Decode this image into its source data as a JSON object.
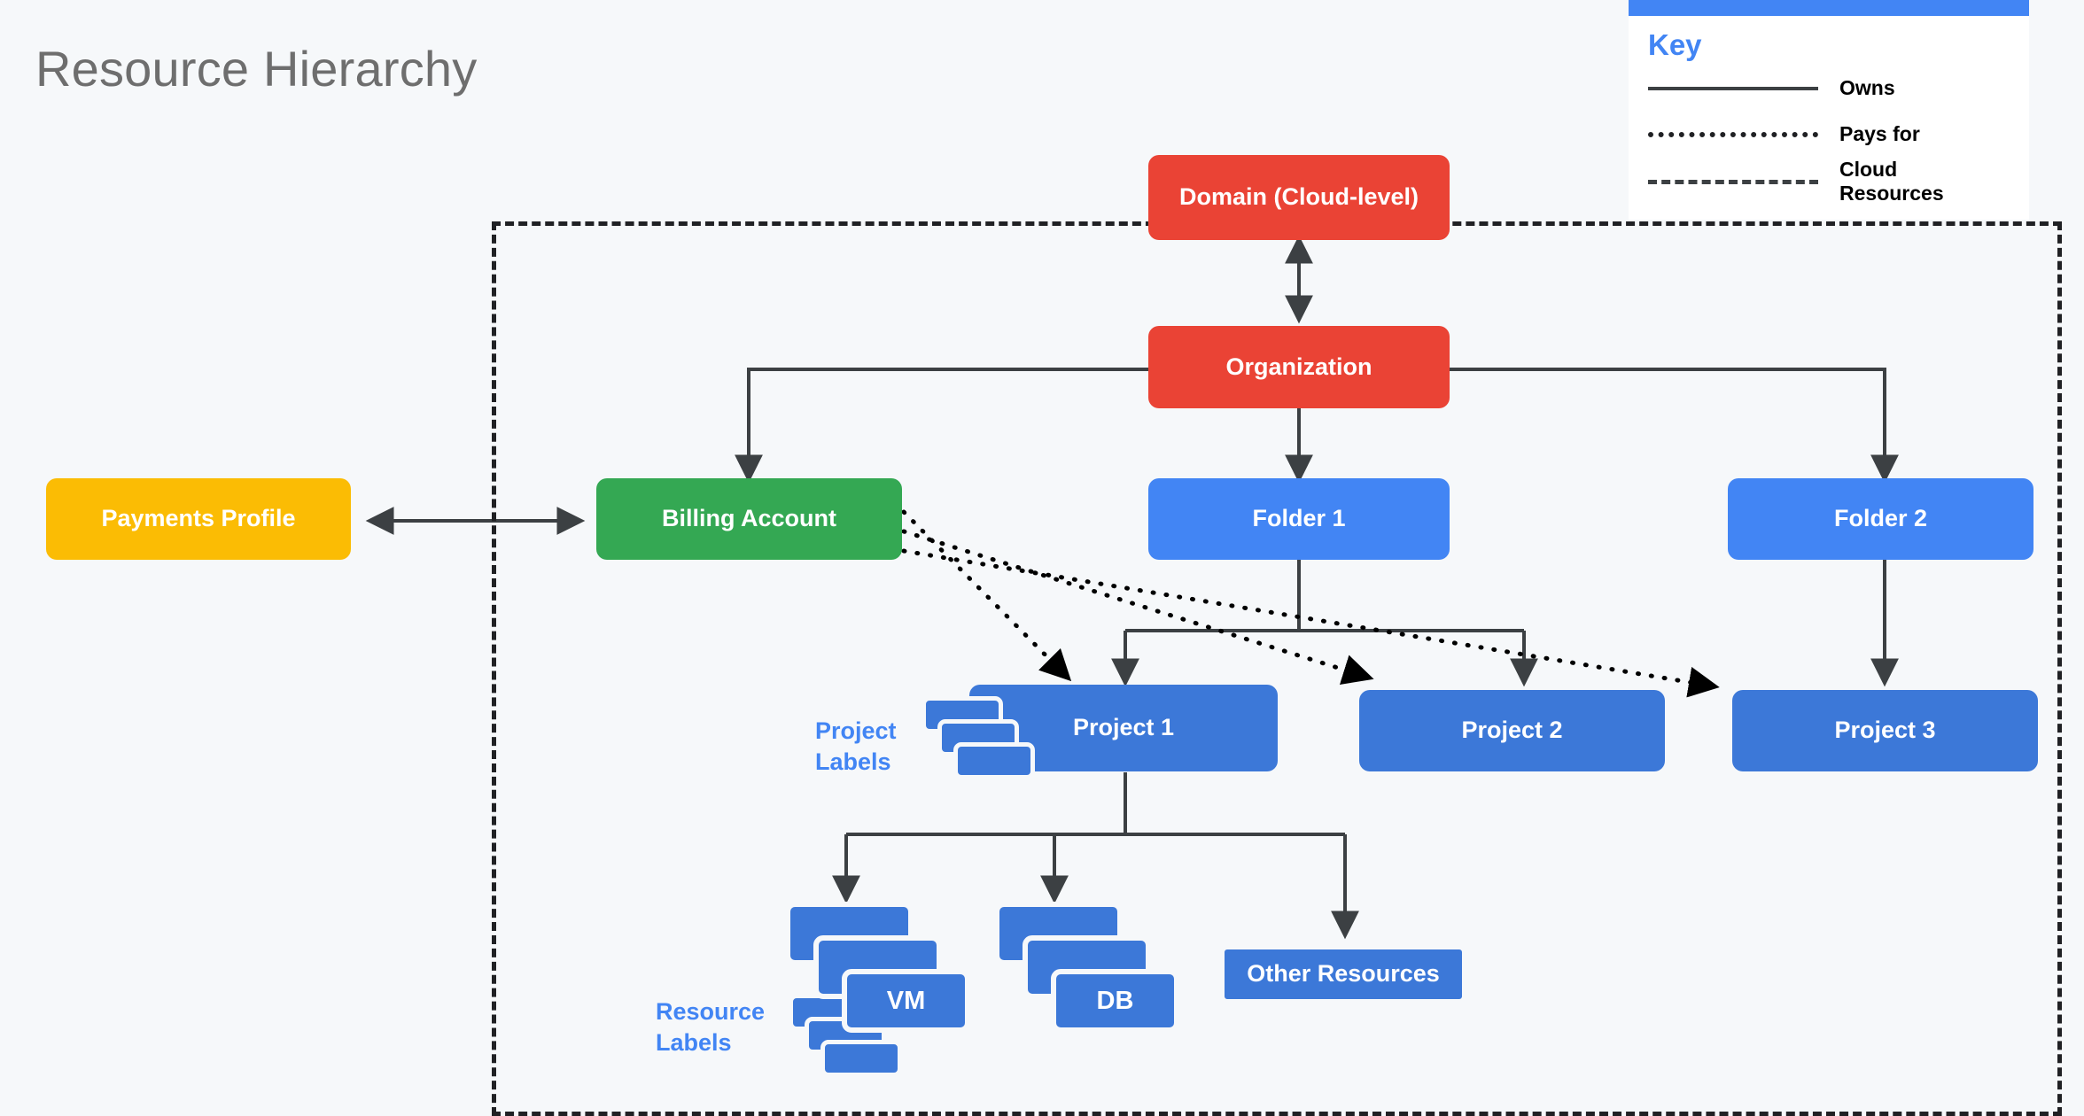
{
  "title": "Resource Hierarchy",
  "colors": {
    "background": "#F6F8FA",
    "red": "#EA4335",
    "yellow": "#FBBC04",
    "green": "#34A853",
    "blue": "#4285F4",
    "dark_blue": "#3C78D8",
    "line": "#3C4043",
    "label_blue": "#4285F4",
    "title_gray": "#6E6E6E"
  },
  "legend": {
    "title": "Key",
    "rows": [
      {
        "style": "solid",
        "label": "Owns"
      },
      {
        "style": "dotted",
        "label": "Pays for"
      },
      {
        "style": "dashed",
        "label": "Cloud Resources"
      }
    ]
  },
  "nodes": {
    "domain": "Domain (Cloud-level)",
    "organization": "Organization",
    "payments_profile": "Payments Profile",
    "billing_account": "Billing Account",
    "folder1": "Folder 1",
    "folder2": "Folder 2",
    "project1": "Project 1",
    "project2": "Project 2",
    "project3": "Project 3",
    "vm": "VM",
    "db": "DB",
    "other_resources": "Other Resources"
  },
  "annotations": {
    "project_labels": "Project\nLabels",
    "project_labels_line1": "Project",
    "project_labels_line2": "Labels",
    "resource_labels_line1": "Resource",
    "resource_labels_line2": "Labels"
  },
  "relationships": [
    {
      "from": "Domain (Cloud-level)",
      "to": "Organization",
      "type": "owns",
      "bidirectional": true
    },
    {
      "from": "Payments Profile",
      "to": "Billing Account",
      "type": "owns",
      "bidirectional": true
    },
    {
      "from": "Organization",
      "to": "Billing Account",
      "type": "owns"
    },
    {
      "from": "Organization",
      "to": "Folder 1",
      "type": "owns"
    },
    {
      "from": "Organization",
      "to": "Folder 2",
      "type": "owns"
    },
    {
      "from": "Folder 1",
      "to": "Project 1",
      "type": "owns"
    },
    {
      "from": "Folder 1",
      "to": "Project 2",
      "type": "owns"
    },
    {
      "from": "Folder 2",
      "to": "Project 3",
      "type": "owns"
    },
    {
      "from": "Project 1",
      "to": "VM",
      "type": "owns"
    },
    {
      "from": "Project 1",
      "to": "DB",
      "type": "owns"
    },
    {
      "from": "Project 1",
      "to": "Other Resources",
      "type": "owns"
    },
    {
      "from": "Billing Account",
      "to": "Project 1",
      "type": "pays for"
    },
    {
      "from": "Billing Account",
      "to": "Project 2",
      "type": "pays for"
    },
    {
      "from": "Billing Account",
      "to": "Project 3",
      "type": "pays for"
    }
  ]
}
